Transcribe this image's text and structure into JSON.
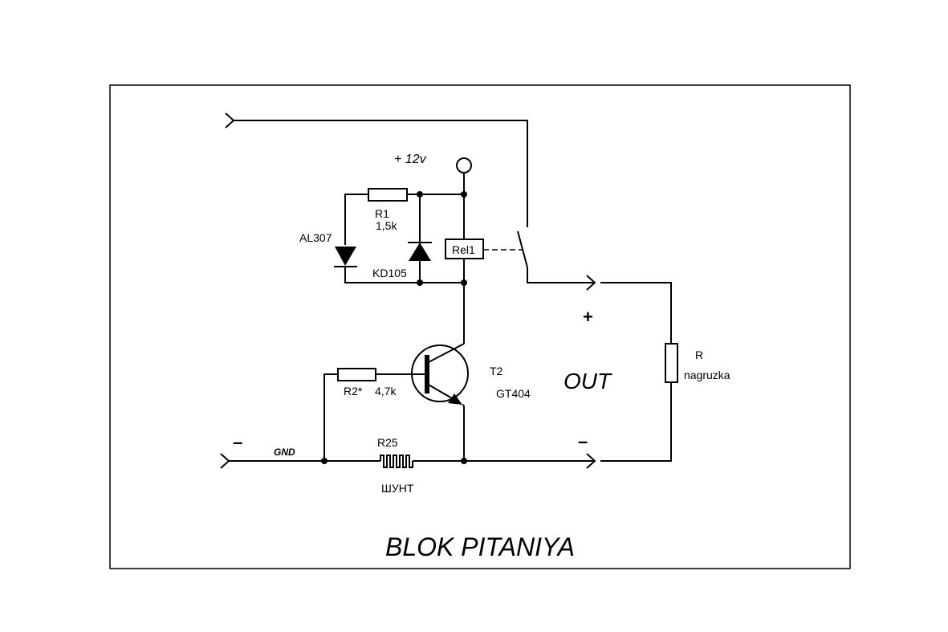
{
  "diagram": {
    "title": "BLOK PITANIYA",
    "supply_label": "+ 12v",
    "gnd_label": "GND",
    "minus_in": "–",
    "plus_out": "+",
    "minus_out": "–",
    "out_label": "OUT",
    "components": {
      "r1": {
        "name": "R1",
        "value": "1,5k"
      },
      "led": {
        "name": "AL307"
      },
      "diode": {
        "name": "KD105"
      },
      "relay": {
        "name": "Rel1"
      },
      "r2": {
        "name": "R2*",
        "value": "4,7k"
      },
      "transistor": {
        "name": "T2",
        "model": "GT404"
      },
      "r25": {
        "name": "R25",
        "value": "ШУНТ"
      },
      "load": {
        "name": "R",
        "value": "nagruzka"
      }
    }
  }
}
